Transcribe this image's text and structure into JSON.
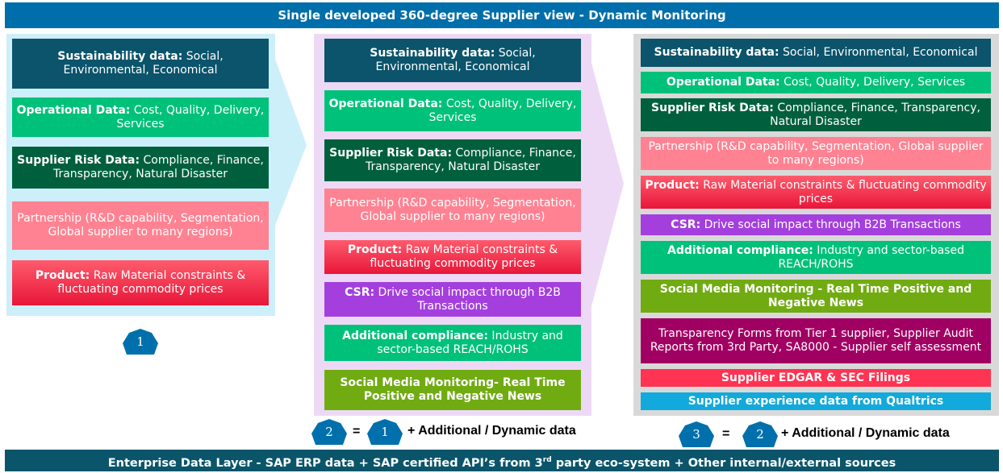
{
  "title": "Single developed 360-degree Supplier view - Dynamic Monitoring",
  "footer": {
    "before": "Enterprise Data Layer - SAP ERP data + SAP certified API’s from 3",
    "sup": "rd",
    "after": " party eco-system + Other internal/external sources"
  },
  "colors": {
    "header": "#006EAA",
    "footer": "#0B556B",
    "panel1": "#CDEFF9",
    "panel2": "#EDD9F6",
    "panel3": "#D9D9D9",
    "badge": "#0070AC"
  },
  "columns": [
    {
      "badge": "1",
      "items": [
        {
          "bold": "Sustainability data:",
          "text": " Social, Environmental, Economical",
          "color": "#0B546B"
        },
        {
          "bold": "Operational Data:",
          "text": " Cost, Quality, Delivery, Services",
          "color": "#00C17A"
        },
        {
          "bold": "Supplier Risk Data:",
          "text": " Compliance, Finance, Transparency, Natural Disaster",
          "color": "#00603D"
        },
        {
          "bold": "",
          "text": "Partnership (R&D capability, Segmentation, Global supplier to many regions)",
          "color": "#FF8292"
        },
        {
          "bold": "Product:",
          "text": " Raw Material constraints & fluctuating commodity prices",
          "color": "gradient"
        }
      ]
    },
    {
      "badge": "2",
      "items": [
        {
          "bold": "Sustainability data:",
          "text": " Social, Environmental, Economical",
          "color": "#0B546B"
        },
        {
          "bold": "Operational Data:",
          "text": " Cost, Quality, Delivery, Services",
          "color": "#00C17A"
        },
        {
          "bold": "Supplier Risk Data:",
          "text": " Compliance, Finance, Transparency, Natural Disaster",
          "color": "#00603D"
        },
        {
          "bold": "",
          "text": "Partnership (R&D capability, Segmentation, Global supplier to many regions)",
          "color": "#FF8292"
        },
        {
          "bold": "Product:",
          "text": " Raw Material constraints & fluctuating commodity prices",
          "color": "gradient"
        },
        {
          "bold": "CSR:",
          "text": " Drive social impact through B2B Transactions",
          "color": "#A43FDE"
        },
        {
          "bold": "Additional compliance:",
          "text": " Industry and sector-based REACH/ROHS",
          "color": "#00C17A"
        },
        {
          "bold": "Social Media Monitoring- Real Time Positive and Negative News",
          "text": "",
          "color": "#71AB12"
        }
      ]
    },
    {
      "badge": "3",
      "items": [
        {
          "bold": "Sustainability data:",
          "text": " Social, Environmental, Economical",
          "color": "#0B546B"
        },
        {
          "bold": "Operational Data:",
          "text": " Cost, Quality, Delivery, Services",
          "color": "#00C17A"
        },
        {
          "bold": "Supplier Risk Data:",
          "text": " Compliance, Finance, Transparency, Natural Disaster",
          "color": "#00603D"
        },
        {
          "bold": "",
          "text": "Partnership (R&D capability, Segmentation, Global supplier to many regions)",
          "color": "#FF8292"
        },
        {
          "bold": "Product:",
          "text": " Raw Material constraints & fluctuating commodity prices",
          "color": "gradient"
        },
        {
          "bold": "CSR:",
          "text": " Drive social impact through B2B Transactions",
          "color": "#A43FDE"
        },
        {
          "bold": "Additional compliance:",
          "text": " Industry and sector-based REACH/ROHS",
          "color": "#00C17A"
        },
        {
          "bold": "Social Media Monitoring - Real Time Positive and Negative News",
          "text": "",
          "color": "#71AB12"
        },
        {
          "bold": "",
          "text": "Transparency Forms from Tier 1 supplier, Supplier Audit Reports from 3rd Party, SA8000 - Supplier self assessment",
          "color": "#A10063"
        },
        {
          "bold": "Supplier EDGAR & SEC Filings",
          "text": "",
          "color": "#FF3352"
        },
        {
          "bold": "Supplier experience data from Qualtrics",
          "text": "",
          "color": "#12A9DC"
        }
      ]
    }
  ],
  "equations": [
    {
      "left": "2",
      "eq": "=",
      "right": "1",
      "text": "+ Additional / Dynamic data"
    },
    {
      "left": "3",
      "eq": "=",
      "right": "2",
      "text": "+ Additional / Dynamic data"
    }
  ]
}
